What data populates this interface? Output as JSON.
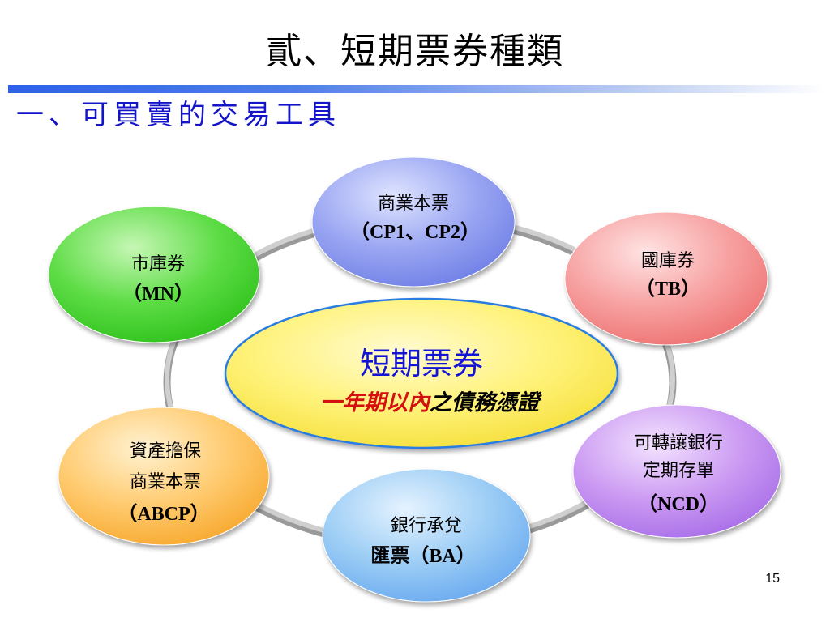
{
  "slide": {
    "title": "貳、短期票券種類",
    "subtitle": "一、可買賣的交易工具",
    "page_number": "15"
  },
  "center": {
    "title": "短期票券",
    "caption_highlight": "一年期以內",
    "caption_rest": "之債務憑證",
    "colors": {
      "title": "#1414d6",
      "highlight": "#d41010",
      "fill": "#fff37a"
    }
  },
  "nodes": [
    {
      "id": "cp",
      "lines": [
        "商業本票",
        "（CP1、CP2）"
      ],
      "color": "#8d9bf0"
    },
    {
      "id": "tb",
      "lines": [
        "國庫券",
        "（TB）"
      ],
      "color": "#f58c8c"
    },
    {
      "id": "ncd",
      "lines": [
        "可轉讓銀行",
        "定期存單",
        "（NCD）"
      ],
      "color": "#c68cf0"
    },
    {
      "id": "ba",
      "lines": [
        "銀行承兌",
        "匯票（BA）"
      ],
      "color": "#8ec4f5"
    },
    {
      "id": "abcp",
      "lines": [
        "資產擔保",
        "商業本票",
        "（ABCP）"
      ],
      "color": "#ffc05a"
    },
    {
      "id": "mn",
      "lines": [
        "市庫券",
        "（MN）"
      ],
      "color": "#4ed83a"
    }
  ]
}
